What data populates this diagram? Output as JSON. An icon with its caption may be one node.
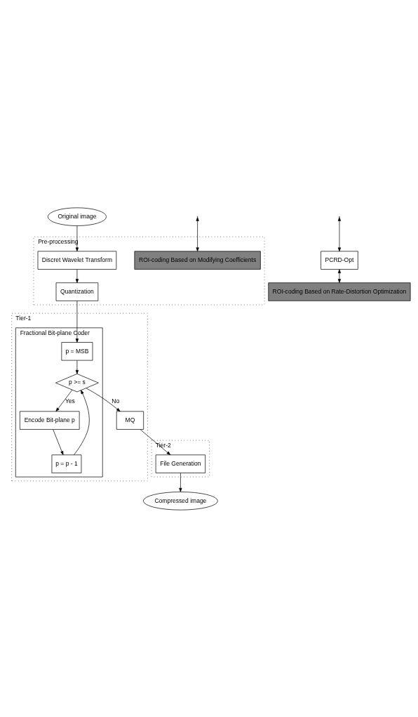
{
  "diagram": {
    "nodes": [
      {
        "text": [
          "Original image"
        ]
      },
      {
        "text": [
          "Pre-processing"
        ]
      },
      {
        "text": [
          "Discret Wavelet Transform"
        ],
        "in": 1
      },
      {
        "text": [
          "Quantization"
        ],
        "in": 1
      },
      {
        "text": [
          "ROI-coding Based on Modifying Coefficients"
        ],
        "in": 1
      },
      {
        "text": [
          "Tier-1"
        ]
      },
      {
        "text": [
          "Fractional Bit-plane Coder"
        ],
        "in": 5
      },
      {
        "text": [
          "p = MSB"
        ],
        "in": 6
      },
      {
        "text": [
          "p >= s"
        ],
        "in": 6
      },
      {
        "text": [
          "Encode Bit-plane p"
        ],
        "in": 6
      },
      {
        "text": [
          "p = p - 1"
        ],
        "in": 6
      },
      {
        "text": [
          "MQ"
        ],
        "in": 5
      },
      {
        "text": [
          "PCRD-Opt"
        ]
      },
      {
        "text": [
          "ROI-coding Based on Rate-Distortion Optimization"
        ]
      },
      {
        "text": [
          "Tier-2"
        ]
      },
      {
        "text": [
          "File Generation"
        ],
        "in": 14
      },
      {
        "text": [
          "Compressed image"
        ]
      }
    ],
    "edges": [
      {
        "from": 0,
        "to": 2,
        "arrow": "to"
      },
      {
        "from": 2,
        "to": 3,
        "arrow": "to"
      },
      {
        "from": null,
        "to": 4,
        "arrow": "both"
      },
      {
        "from": 3,
        "to": 7,
        "arrow": "to"
      },
      {
        "from": 7,
        "to": 8,
        "arrow": "to"
      },
      {
        "from": 8,
        "to": 9,
        "arrow": "to",
        "label": "Yes"
      },
      {
        "from": 9,
        "to": 10,
        "arrow": "to"
      },
      {
        "from": 10,
        "to": 8,
        "arrow": "to"
      },
      {
        "from": 8,
        "to": 11,
        "arrow": "to",
        "label": "No"
      },
      {
        "from": 11,
        "to": 15,
        "arrow": "to"
      },
      {
        "from": null,
        "to": 12,
        "arrow": "both"
      },
      {
        "from": 12,
        "to": 13,
        "arrow": "both"
      },
      {
        "from": 15,
        "to": 16,
        "arrow": "to"
      }
    ]
  }
}
